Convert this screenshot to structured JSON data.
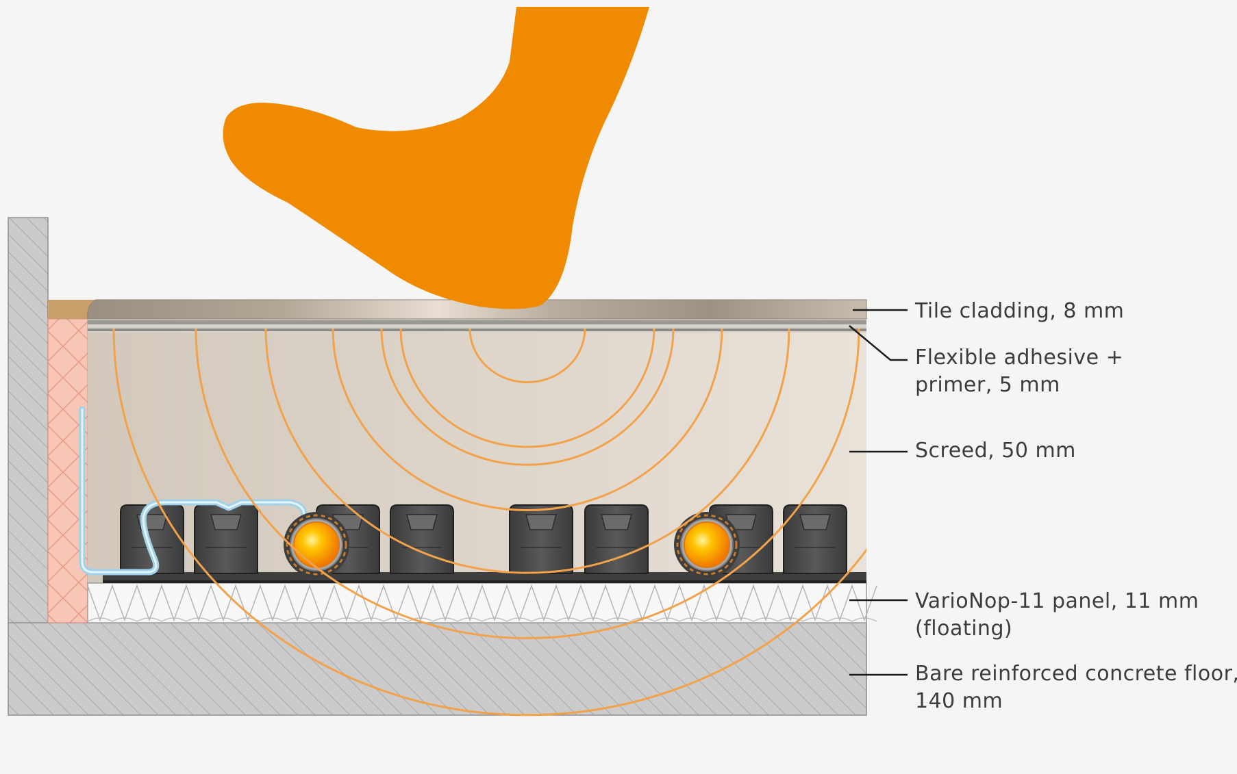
{
  "labels": {
    "tile": "Tile cladding, 8 mm",
    "adhesive_line1": "Flexible adhesive +",
    "adhesive_line2": "primer, 5 mm",
    "screed": "Screed, 50 mm",
    "panel_line1": "VarioNop-11 panel, 11 mm",
    "panel_line2": "(floating)",
    "concrete_line1": "Bare reinforced concrete floor,",
    "concrete_line2": "140 mm"
  },
  "icons": [
    "foot-icon",
    "heating-pipe-icon",
    "heat-wave-icon"
  ],
  "colors": {
    "background": "#f5f5f5",
    "foot": "#f08a00",
    "heat_waves": "#f2a24a",
    "concrete": "#c9c9c9",
    "screed": "#ddd6cc",
    "insulation": "#f7c4b4",
    "edge_strip": "#bfe3f2",
    "panel": "#4a4a4a",
    "pipe_core": "#ffc400"
  }
}
